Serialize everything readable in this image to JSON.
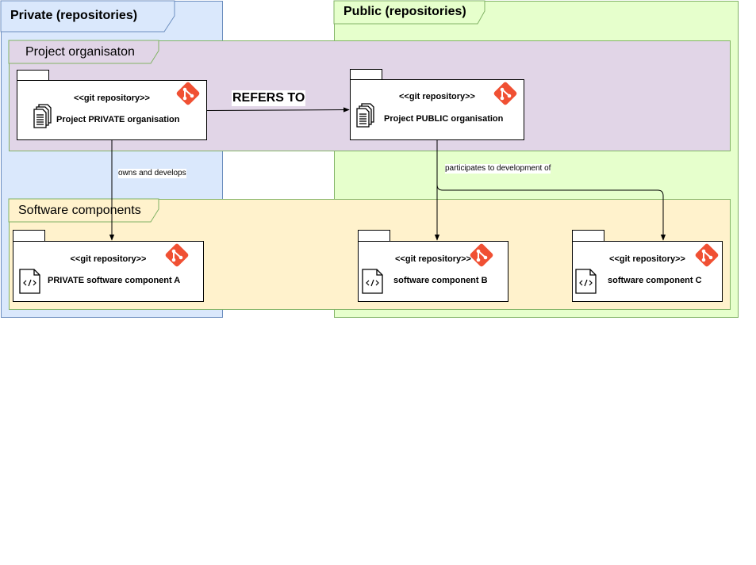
{
  "zones": {
    "private_title": "Private (repositories)",
    "public_title": "Public (repositories)"
  },
  "bands": {
    "org_title": "Project organisaton",
    "sw_title": "Software components"
  },
  "repos": {
    "stereotype": "<<git repository>>",
    "private_org": "Project PRIVATE organisation",
    "public_org": "Project PUBLIC organisation",
    "comp_a": "PRIVATE software component A",
    "comp_b": "software component B",
    "comp_c": "software component C"
  },
  "edges": {
    "refers_to": "REFERS TO",
    "owns": "owns and develops",
    "participates": "participates to development of"
  },
  "icons": {
    "git": "git-icon",
    "documents": "documents-icon",
    "code_file": "code-file-icon"
  },
  "colors": {
    "private_fill": "#dae8fc",
    "public_fill": "#e6ffcc",
    "org_fill": "#e1d5e7",
    "sw_fill": "#fff2cc",
    "git_orange": "#f05033"
  }
}
